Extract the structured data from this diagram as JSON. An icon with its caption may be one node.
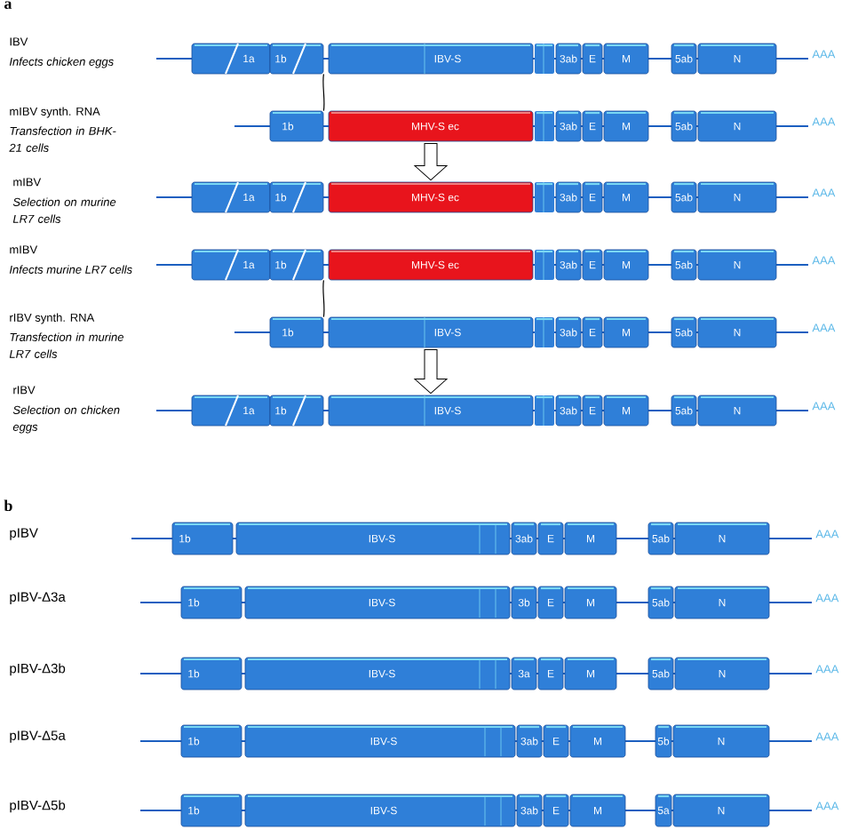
{
  "diagram": {
    "nodes": [
      {
        "text": [
          "1a"
        ]
      },
      {
        "text": [
          "1b"
        ]
      },
      {
        "text": [
          "IBV-S"
        ]
      },
      {
        "text": [
          "3ab"
        ]
      },
      {
        "text": [
          "E"
        ]
      },
      {
        "text": [
          "M"
        ]
      },
      {
        "text": [
          "5ab"
        ]
      },
      {
        "text": [
          "N"
        ]
      },
      {
        "text": [
          "1b"
        ]
      },
      {
        "text": [
          "MHV-S ec"
        ]
      },
      {
        "text": [
          "3ab"
        ]
      },
      {
        "text": [
          "E"
        ]
      },
      {
        "text": [
          "M"
        ]
      },
      {
        "text": [
          "5ab"
        ]
      },
      {
        "text": [
          "N"
        ]
      },
      {
        "text": [
          "1a"
        ]
      },
      {
        "text": [
          "1b"
        ]
      },
      {
        "text": [
          "MHV-S ec"
        ]
      },
      {
        "text": [
          "3ab"
        ]
      },
      {
        "text": [
          "E"
        ]
      },
      {
        "text": [
          "M"
        ]
      },
      {
        "text": [
          "5ab"
        ]
      },
      {
        "text": [
          "N"
        ]
      },
      {
        "text": [
          "1a"
        ]
      },
      {
        "text": [
          "1b"
        ]
      },
      {
        "text": [
          "MHV-S ec"
        ]
      },
      {
        "text": [
          "3ab"
        ]
      },
      {
        "text": [
          "E"
        ]
      },
      {
        "text": [
          "M"
        ]
      },
      {
        "text": [
          "5ab"
        ]
      },
      {
        "text": [
          "N"
        ]
      },
      {
        "text": [
          "1b"
        ]
      },
      {
        "text": [
          "IBV-S"
        ]
      },
      {
        "text": [
          "3ab"
        ]
      },
      {
        "text": [
          "E"
        ]
      },
      {
        "text": [
          "M"
        ]
      },
      {
        "text": [
          "5ab"
        ]
      },
      {
        "text": [
          "N"
        ]
      },
      {
        "text": [
          "1a"
        ]
      },
      {
        "text": [
          "1b"
        ]
      },
      {
        "text": [
          "IBV-S"
        ]
      },
      {
        "text": [
          "3ab"
        ]
      },
      {
        "text": [
          "E"
        ]
      },
      {
        "text": [
          "M"
        ]
      },
      {
        "text": [
          "5ab"
        ]
      },
      {
        "text": [
          "N"
        ]
      },
      {
        "text": [
          "1b"
        ]
      },
      {
        "text": [
          "IBV-S"
        ]
      },
      {
        "text": [
          "3ab"
        ]
      },
      {
        "text": [
          "E"
        ]
      },
      {
        "text": [
          "M"
        ]
      },
      {
        "text": [
          "5ab"
        ]
      },
      {
        "text": [
          "N"
        ]
      },
      {
        "text": [
          "1b"
        ]
      },
      {
        "text": [
          "IBV-S"
        ]
      },
      {
        "text": [
          "3b"
        ]
      },
      {
        "text": [
          "E"
        ]
      },
      {
        "text": [
          "M"
        ]
      },
      {
        "text": [
          "5ab"
        ]
      },
      {
        "text": [
          "N"
        ]
      },
      {
        "text": [
          "1b"
        ]
      },
      {
        "text": [
          "IBV-S"
        ]
      },
      {
        "text": [
          "3a"
        ]
      },
      {
        "text": [
          "E"
        ]
      },
      {
        "text": [
          "M"
        ]
      },
      {
        "text": [
          "5ab"
        ]
      },
      {
        "text": [
          "N"
        ]
      },
      {
        "text": [
          "1b"
        ]
      },
      {
        "text": [
          "IBV-S"
        ]
      },
      {
        "text": [
          "3ab"
        ]
      },
      {
        "text": [
          "E"
        ]
      },
      {
        "text": [
          "M"
        ]
      },
      {
        "text": [
          "5b"
        ]
      },
      {
        "text": [
          "N"
        ]
      },
      {
        "text": [
          "1b"
        ]
      },
      {
        "text": [
          "IBV-S"
        ]
      },
      {
        "text": [
          "3ab"
        ]
      },
      {
        "text": [
          "E"
        ]
      },
      {
        "text": [
          "M"
        ]
      },
      {
        "text": [
          "5a"
        ]
      },
      {
        "text": [
          "N"
        ]
      }
    ],
    "edges": [
      {
        "from": 1,
        "to": 8,
        "arrow": "none"
      },
      {
        "from": 9,
        "to": 17,
        "arrow": "to"
      },
      {
        "from": 24,
        "to": 31,
        "arrow": "none"
      },
      {
        "from": 32,
        "to": 40,
        "arrow": "to"
      }
    ],
    "labels": [
      "a",
      "IBV",
      "Infects chicken eggs",
      "AAA",
      "mIBV synth. RNA",
      "Transfection in BHK-21 cells",
      "AAA",
      "mIBV",
      "Selection on murine LR7 cells",
      "AAA",
      "mIBV",
      "Infects murine LR7 cells",
      "AAA",
      "rIBV synth. RNA",
      "Transfection in murine LR7 cells",
      "AAA",
      "rIBV",
      "Selection on chicken eggs",
      "AAA",
      "b",
      "pIBV",
      "AAA",
      "pIBV-Δ3a",
      "AAA",
      "pIBV-Δ3b",
      "AAA",
      "pIBV-Δ5a",
      "AAA",
      "pIBV-Δ5b",
      "AAA"
    ]
  }
}
